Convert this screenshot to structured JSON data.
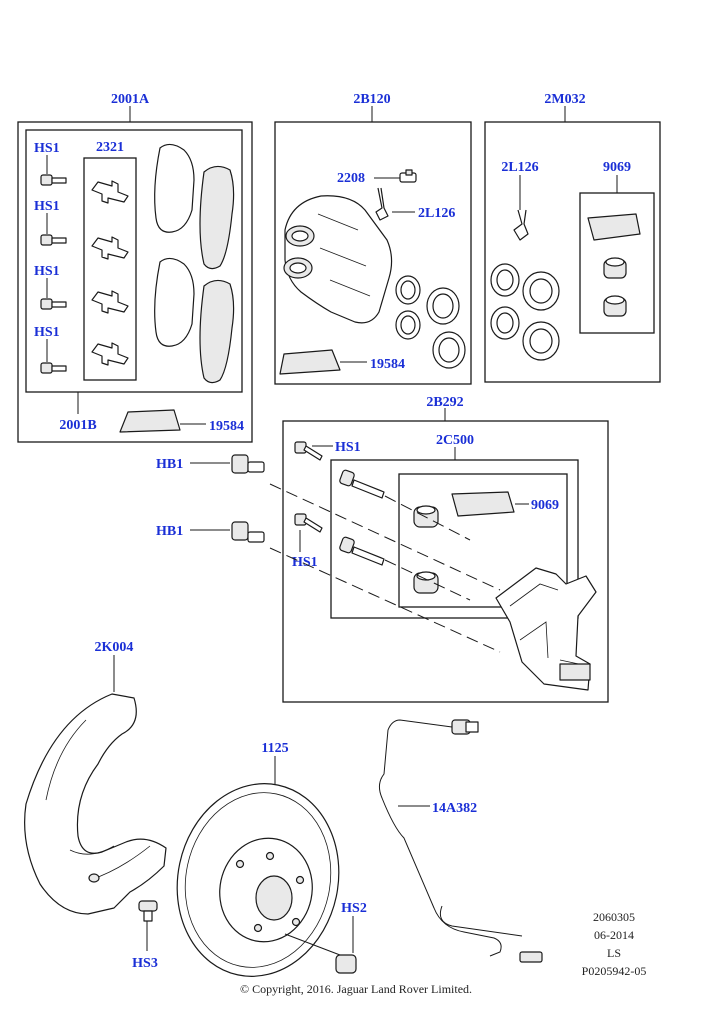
{
  "labels": {
    "kit_2001A": "2001A",
    "kit_2001B": "2001B",
    "hs1_a": "HS1",
    "hs1_b": "HS1",
    "hs1_c": "HS1",
    "hs1_d": "HS1",
    "clip_2321": "2321",
    "pad_19584_a": "19584",
    "caliper_2B120": "2B120",
    "bleed_2208": "2208",
    "cap_2L126_a": "2L126",
    "grease_19584_b": "19584",
    "kit_2M032": "2M032",
    "cap_2L126_b": "2L126",
    "grease_9069_a": "9069",
    "carrier_2B292": "2B292",
    "hs1_e": "HS1",
    "kit_2C500": "2C500",
    "hb1_a": "HB1",
    "hb1_b": "HB1",
    "grease_9069_b": "9069",
    "hs1_f": "HS1",
    "shield_2K004": "2K004",
    "disc_1125": "1125",
    "sensor_14A382": "14A382",
    "hs2": "HS2",
    "hs3": "HS3"
  },
  "meta": {
    "line1": "2060305",
    "line2": "06-2014",
    "line3": "LS",
    "line4": "P0205942-05",
    "copyright": "© Copyright, 2016. Jaguar Land Rover Limited."
  },
  "colors": {
    "label": "#1a2fd6",
    "line": "#1a1a1a",
    "background": "#ffffff"
  }
}
